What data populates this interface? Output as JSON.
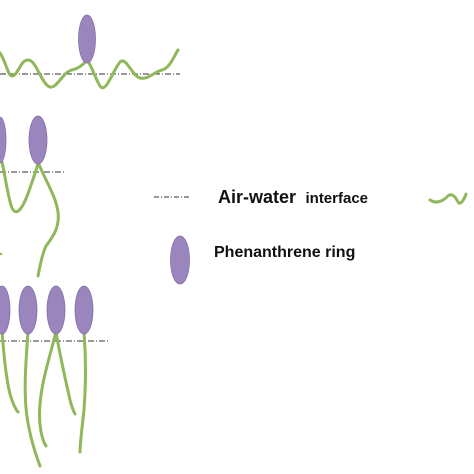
{
  "legend": {
    "interface_label_bold": "Air-water",
    "interface_label_rest": "interface",
    "ring_label": "Phenanthrene ring"
  },
  "colors": {
    "chain": "#8fb85a",
    "ring": "#9a86bd",
    "ring_edge": "#8470aa",
    "interface_line": "#333333",
    "text": "#111111"
  },
  "icons": {
    "interface_line": "dash-dot-line-icon",
    "chain": "alkyl-chain-icon",
    "ring": "phenanthrene-ellipse-icon"
  }
}
